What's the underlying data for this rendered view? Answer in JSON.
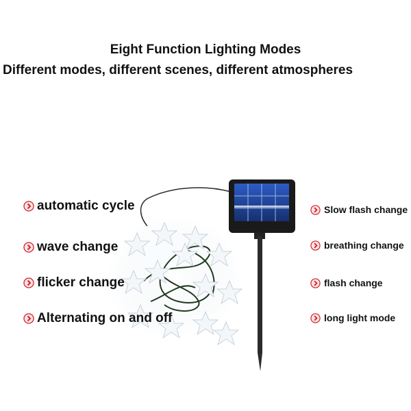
{
  "header": {
    "title": "Eight Function Lighting Modes",
    "subtitle": "Different modes, different scenes, different atmospheres"
  },
  "modes_left": [
    {
      "label": "automatic cycle",
      "icon": "chevron-right-circle-icon"
    },
    {
      "label": "wave change",
      "icon": "chevron-right-circle-icon"
    },
    {
      "label": "flicker change",
      "icon": "chevron-right-circle-icon"
    },
    {
      "label": "Alternating on and off",
      "icon": "chevron-right-circle-icon"
    }
  ],
  "modes_right": [
    {
      "label": "Slow flash change",
      "icon": "chevron-right-circle-icon"
    },
    {
      "label": "breathing change",
      "icon": "chevron-right-circle-icon"
    },
    {
      "label": "flash change",
      "icon": "chevron-right-circle-icon"
    },
    {
      "label": "long light mode",
      "icon": "chevron-right-circle-icon"
    }
  ],
  "colors": {
    "bullet": "#d2232a",
    "text": "#111111",
    "panel": "#1a1a1a",
    "solar_cell": "#1f3e8a",
    "wire": "#1f3a1f"
  }
}
